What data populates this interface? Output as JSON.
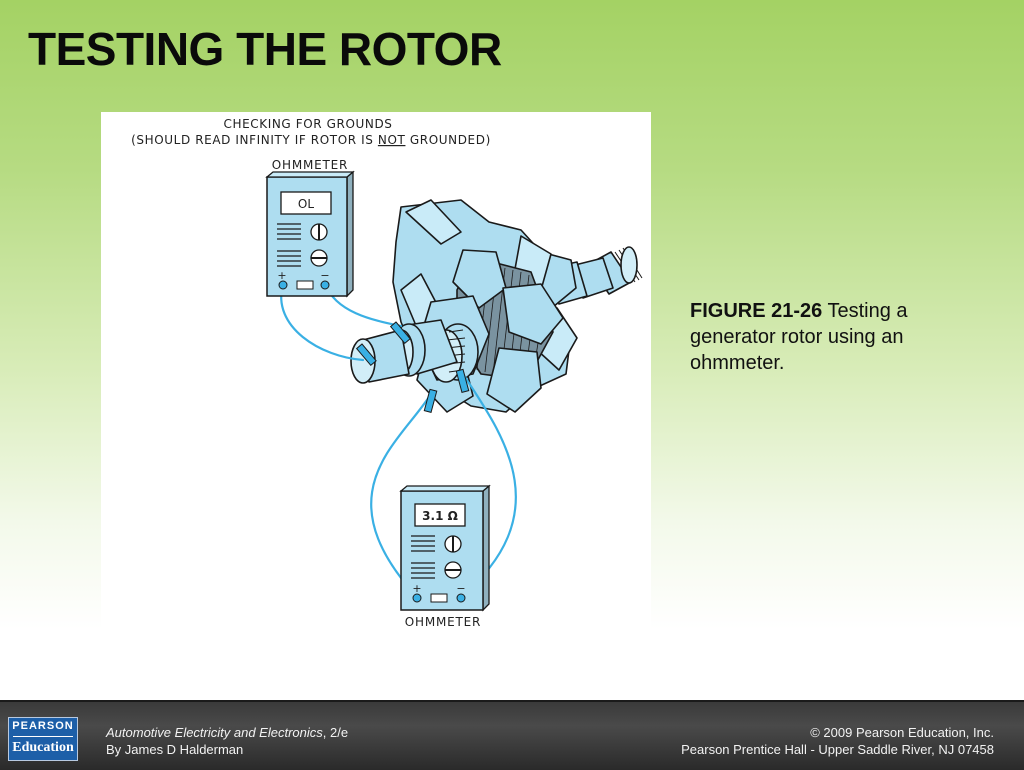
{
  "slide": {
    "title": "TESTING THE ROTOR"
  },
  "figure": {
    "header_line1": "CHECKING FOR GROUNDS",
    "header_line2_pre": "(SHOULD READ INFINITY IF ROTOR IS ",
    "header_line2_emph": "NOT",
    "header_line2_post": " GROUNDED)",
    "meter_top": {
      "label": "OHMMETER",
      "display": "OL",
      "plus": "+",
      "minus": "−"
    },
    "meter_bottom": {
      "label": "OHMMETER",
      "display": "3.1 Ω",
      "plus": "+",
      "minus": "−"
    }
  },
  "caption": {
    "label": "FIGURE 21-26",
    "text": " Testing a generator rotor using an ohmmeter."
  },
  "footer": {
    "logo_top": "PEARSON",
    "logo_bottom": "Education",
    "book_title": "Automotive Electricity and Electronics",
    "edition": ", 2/e",
    "author": "By James D Halderman",
    "copyright": "© 2009 Pearson Education, Inc.",
    "publisher": "Pearson Prentice Hall - Upper Saddle River, NJ 07458"
  },
  "colors": {
    "accent_green": "#a4d264",
    "rotor_blue": "#aeddf0",
    "wire_blue": "#3ab0e4",
    "footer_dark": "#3a3a3a",
    "logo_blue": "#1d5fa8"
  }
}
